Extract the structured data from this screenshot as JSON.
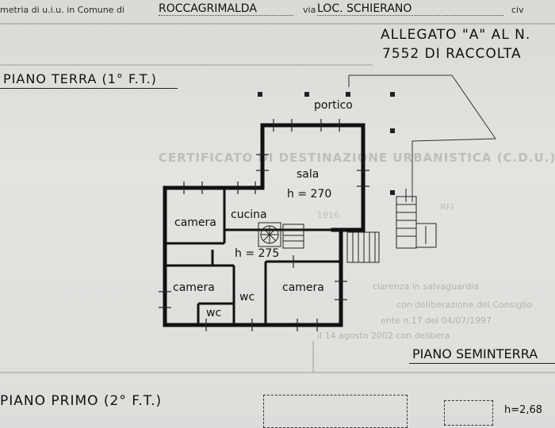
{
  "header": {
    "prefix": "metria di u.i.u. in Comune di",
    "comune": "ROCCAGRIMALDA",
    "via_label": "via",
    "via_value": "LOC. SCHIERANO",
    "civ_label": "civ"
  },
  "annotation": {
    "line1": "ALLEGATO \"A\" AL N.",
    "line2": "7552 DI RACCOLTA"
  },
  "floor_labels": {
    "ground": "PIANO TERRA (1° F.T.)",
    "basement": "PIANO SEMINTERRA",
    "first": "PIANO PRIMO (2° F.T.)",
    "first_height": "h=2,68"
  },
  "rooms": {
    "portico": "portico",
    "sala": "sala",
    "sala_height": "h = 270",
    "cucina": "cucina",
    "camera1": "camera",
    "hall_height": "h = 275",
    "camera2": "camera",
    "camera3": "camera",
    "wc1": "wc",
    "wc2": "wc"
  },
  "watermark": {
    "line1": "CERTIFICATO DI DESTINAZIONE URBANISTICA (C.D.U.)",
    "line2": "1916",
    "line3": "RFI",
    "line4": "ciarenza in salvaguardia",
    "line5": "con deliberazione del Consiglio",
    "line6": "ente n.17 del 04/07/1997",
    "line7": "il 14 agosto 2002 con delibera"
  }
}
